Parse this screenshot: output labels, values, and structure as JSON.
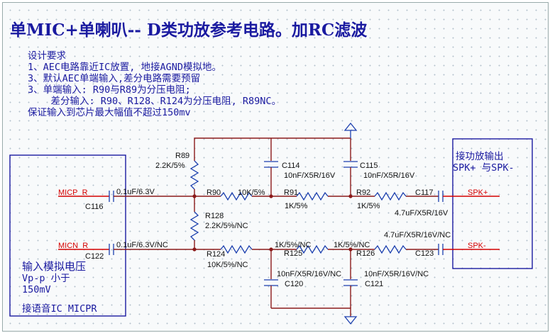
{
  "title": "单MIC+单喇叭-- D类功放参考电路。加RC滤波",
  "design_notes": [
    "设计要求",
    "1、AEC电路靠近IC放置, 地接AGND模拟地。",
    "3、默认AEC单端输入,差分电路需要预留",
    "3、单端输入: R90与R89为分压电阻;",
    "    差分输入: R90、R128、R124为分压电阻, R89NC。",
    "保证输入到芯片最大幅值不超过150mv"
  ],
  "input_box": {
    "lines": [
      "输入模拟电压",
      "Vp-p 小于",
      "150mV",
      "接语音IC MICPR"
    ]
  },
  "output_box": {
    "lines": [
      "接功放输出",
      "SPK+ 与SPK-"
    ]
  },
  "nets": {
    "micp": "MICP_R",
    "micn": "MICN_R",
    "spkp": "SPK+",
    "spkn": "SPK-"
  },
  "components": {
    "r89": {
      "ref": "R89",
      "value": "2.2K/5%"
    },
    "r90": {
      "ref": "R90",
      "value": "10K/5%"
    },
    "r91": {
      "ref": "R91",
      "value": "1K/5%"
    },
    "r92": {
      "ref": "R92",
      "value": "1K/5%"
    },
    "r128": {
      "ref": "R128",
      "value": "2.2K/5%/NC"
    },
    "r124": {
      "ref": "R124",
      "value": "10K/5%/NC"
    },
    "r125": {
      "ref": "R125",
      "value": "1K/5%/NC"
    },
    "r126": {
      "ref": "R126",
      "value": "1K/5%/NC"
    },
    "c116": {
      "ref": "C116",
      "value": "0.1uF/6.3V"
    },
    "c122": {
      "ref": "C122",
      "value": "0.1uF/6.3V/NC"
    },
    "c114": {
      "ref": "C114",
      "value": "10nF/X5R/16V"
    },
    "c115": {
      "ref": "C115",
      "value": "10nF/X5R/16V"
    },
    "c117": {
      "ref": "C117",
      "value": "4.7uF/X5R/16V"
    },
    "c123": {
      "ref": "C123",
      "value": "4.7uF/X5R/16V/NC"
    },
    "c120": {
      "ref": "C120",
      "value": "10nF/X5R/16V/NC"
    },
    "c121": {
      "ref": "C121",
      "value": "10nF/X5R/16V/NC"
    }
  }
}
